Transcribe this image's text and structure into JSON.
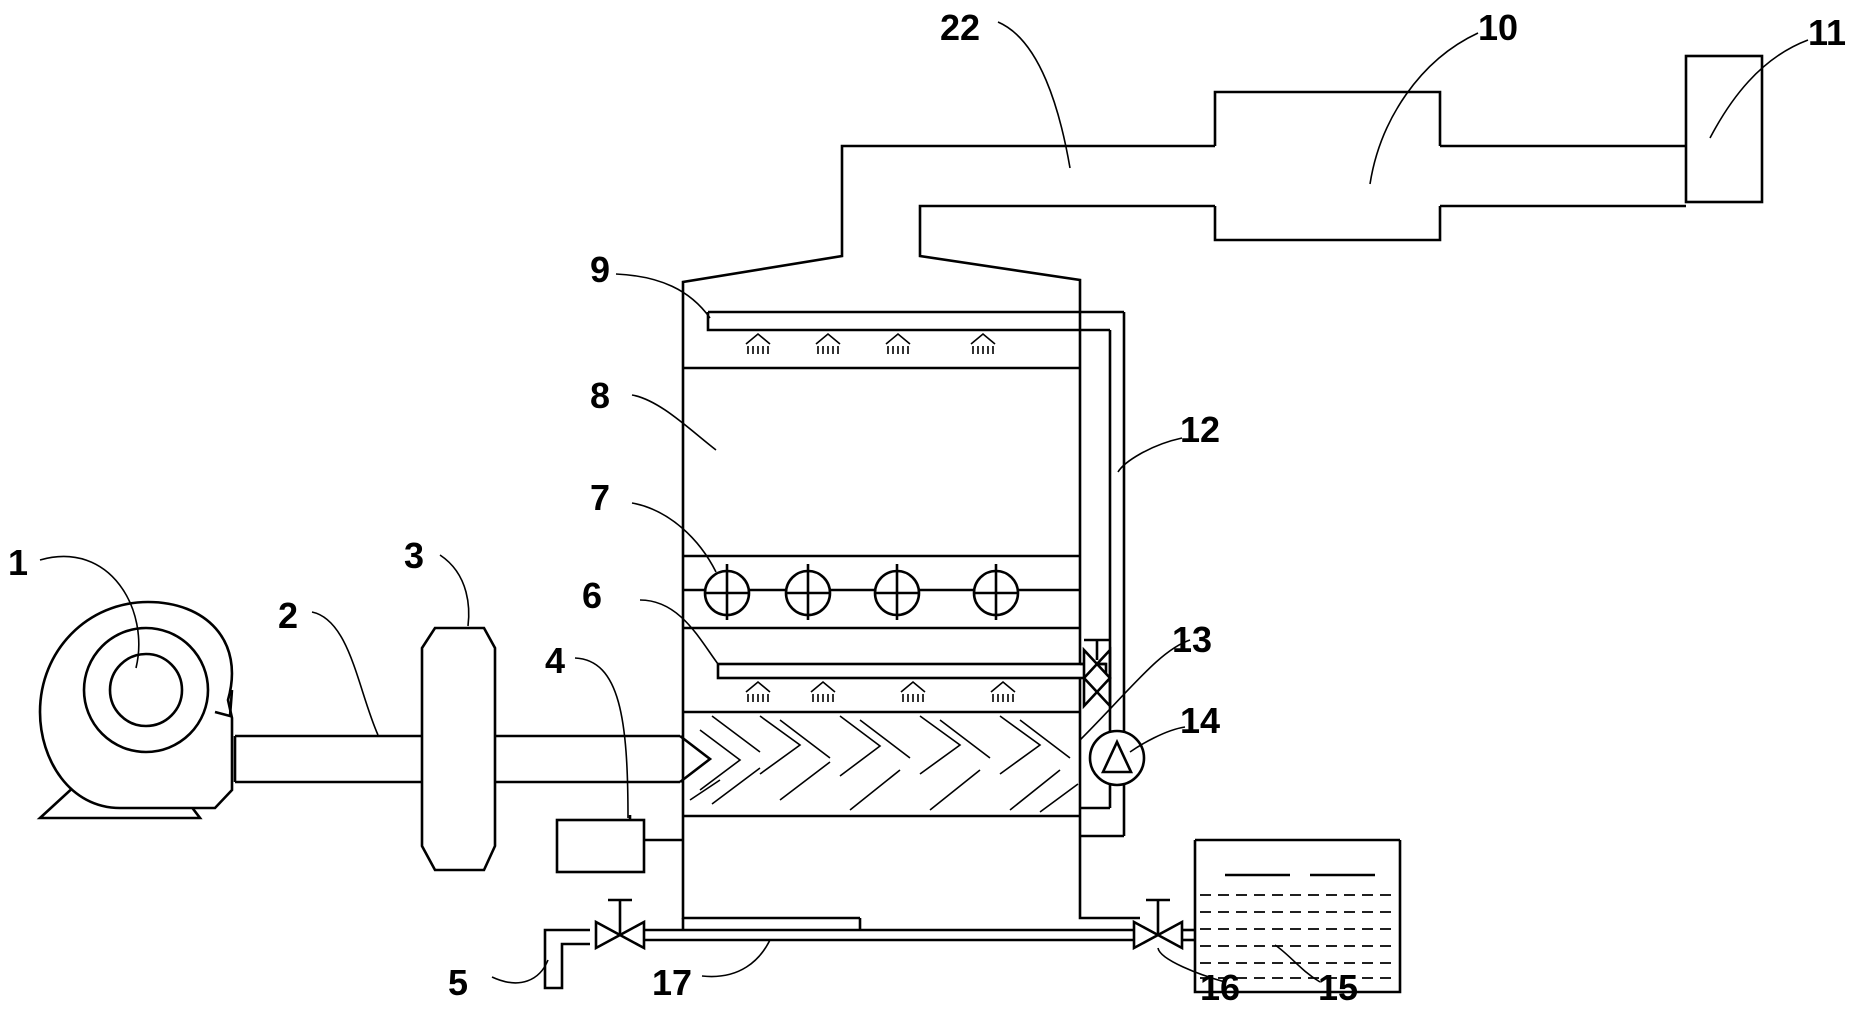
{
  "labels": {
    "fan": "1",
    "inlet_duct": "2",
    "pre_unit": "3",
    "small_box": "4",
    "drain_outlet": "5",
    "lower_spray_pipe": "6",
    "rotor_layer": "7",
    "middle_section": "8",
    "upper_spray_pipe": "9",
    "outlet_unit": "10",
    "end_unit": "11",
    "riser_pipe": "12",
    "side_valve": "13",
    "circulation_pump": "14",
    "water_tank": "15",
    "tank_valve": "16",
    "bottom_pipe": "17",
    "exhaust_duct": "22"
  },
  "colors": {
    "stroke": "#000000",
    "background": "#ffffff"
  }
}
